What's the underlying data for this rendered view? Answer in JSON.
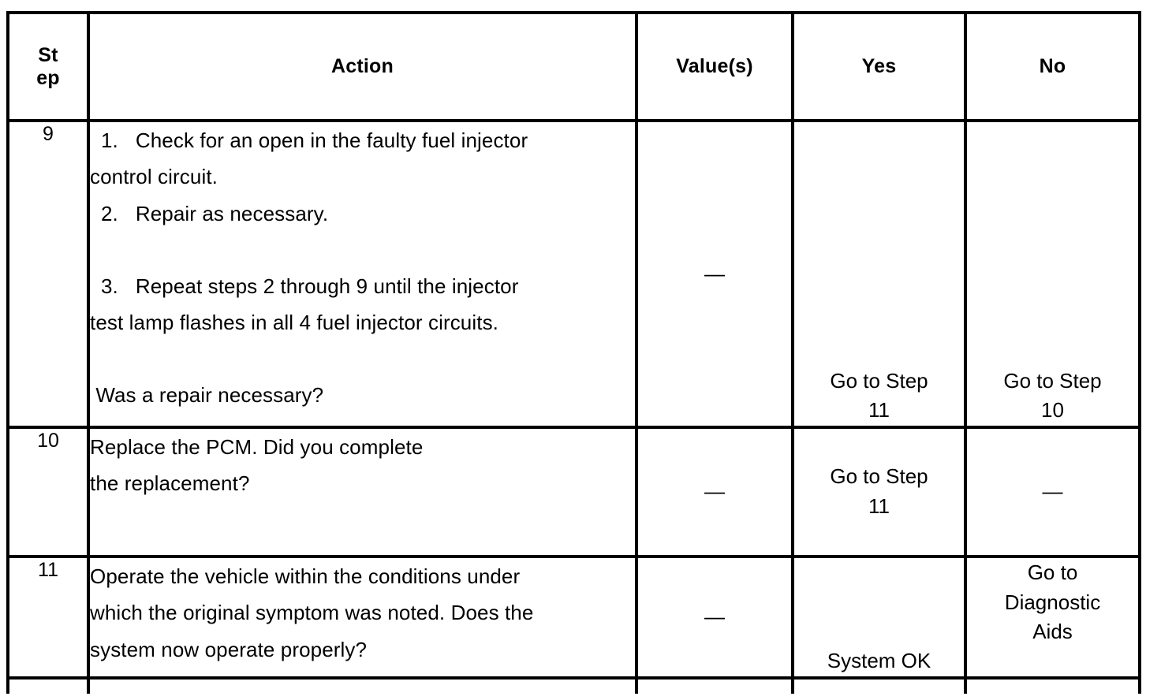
{
  "table": {
    "columns": [
      {
        "key": "step",
        "header_lines": [
          "St",
          "ep"
        ],
        "header": "Step"
      },
      {
        "key": "action",
        "header": "Action"
      },
      {
        "key": "value",
        "header": "Value(s)"
      },
      {
        "key": "yes",
        "header": "Yes"
      },
      {
        "key": "no",
        "header": "No"
      }
    ],
    "rows": [
      {
        "step": "9",
        "action_lines": [
          "1.   Check for an open in the faulty fuel injector",
          "control circuit.",
          "2.   Repair as necessary.",
          "",
          "3.   Repeat steps 2 through 9 until the injector",
          "test lamp flashes in all 4 fuel injector circuits.",
          "",
          " Was a repair necessary?"
        ],
        "value": "—",
        "yes_lines": [
          "Go to Step",
          "11"
        ],
        "no_lines": [
          "Go to Step",
          "10"
        ]
      },
      {
        "step": "10",
        "action_lines": [
          "Replace the PCM. Did you complete",
          "the replacement?"
        ],
        "value": "—",
        "yes_lines": [
          "Go to Step",
          "11"
        ],
        "no_lines": [
          "—"
        ]
      },
      {
        "step": "11",
        "action_lines": [
          "Operate the vehicle within the conditions under",
          "which the original symptom was noted. Does the",
          "system now operate properly?"
        ],
        "value": "—",
        "yes_lines": [
          "System OK"
        ],
        "no_lines": [
          "Go to",
          "Diagnostic",
          "Aids"
        ]
      }
    ]
  },
  "style": {
    "border_color": "#000000",
    "background": "#ffffff",
    "text_color": "#000000"
  }
}
